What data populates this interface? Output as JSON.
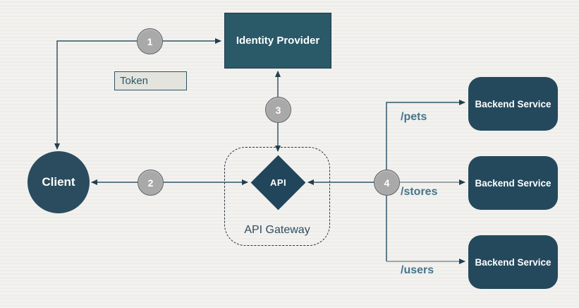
{
  "diagram": {
    "background_color": "#f0efec",
    "nodes": {
      "client": {
        "label": "Client",
        "shape": "circle",
        "fill": "#2a4c5e",
        "text_color": "#ffffff"
      },
      "identity_provider": {
        "label": "Identity Provider",
        "shape": "rectangle",
        "fill": "#2a5968",
        "text_color": "#ffffff"
      },
      "token": {
        "label": "Token",
        "shape": "rectangle",
        "fill": "#e4e4de",
        "border_color": "#2e5366",
        "text_color": "#2c586c"
      },
      "api": {
        "label": "API",
        "shape": "diamond",
        "fill": "#21455a",
        "text_color": "#ffffff"
      },
      "api_gateway": {
        "label": "API Gateway",
        "shape": "dashed-rounded-container",
        "border_color": "#2b3740",
        "text_color": "#2c4d60"
      },
      "backend_services": [
        {
          "label": "Backend Service"
        },
        {
          "label": "Backend Service"
        },
        {
          "label": "Backend Service"
        }
      ],
      "backend_fill": "#24495d"
    },
    "steps": [
      {
        "number": "1"
      },
      {
        "number": "2"
      },
      {
        "number": "3"
      },
      {
        "number": "4"
      }
    ],
    "step_style": {
      "fill": "#a9a9a9",
      "border_color": "#5e6265",
      "text_color": "#ffffff"
    },
    "routes": [
      {
        "path": "/pets"
      },
      {
        "path": "/stores"
      },
      {
        "path": "/users"
      }
    ],
    "route_text_color": "#45768b",
    "connector_color": "#30566a",
    "connector_color_secondary": "#848d91",
    "arrowhead_color": "#22404f"
  }
}
